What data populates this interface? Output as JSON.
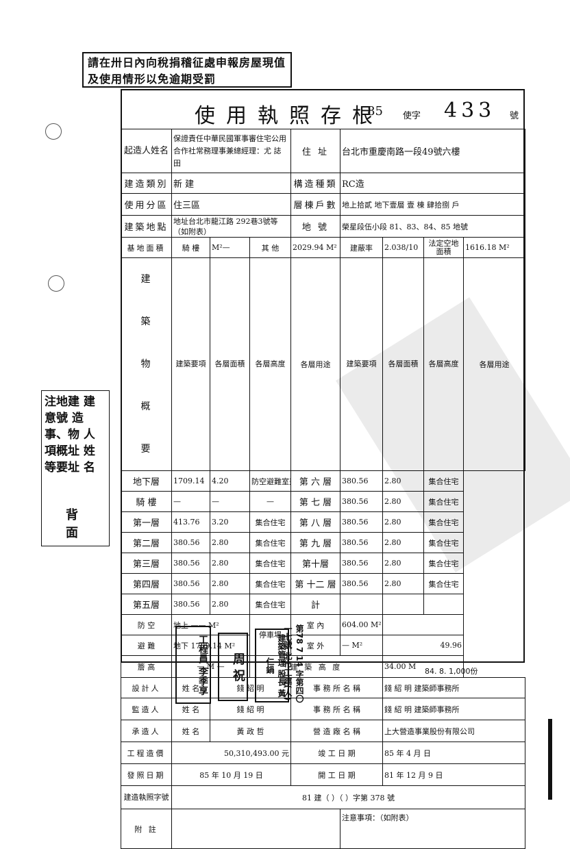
{
  "notice": "請在卅日內向稅捐稽征處申報房屋現值及使用情形以免逾期受罰",
  "title": {
    "main": "使用執照存根",
    "year": "85",
    "zi": "使字",
    "number": "433",
    "hao": "號"
  },
  "builder": {
    "label": "起造人姓名",
    "name": "保證責任中華民國軍事審住宅公用合作社常務理事兼總經理：尤 誌 田",
    "addr_label": "住 址",
    "addr": "台北市重慶南路一段49號六樓"
  },
  "category": {
    "label": "建造類別",
    "value": "新 建",
    "struct_label": "構造種類",
    "struct_value": "RC造"
  },
  "zone": {
    "label": "使用分區",
    "value": "住三區",
    "floors_label": "層棟戶數",
    "floors_value": "地上拾貳 地下壹層 壹 棟 肆拾捌 戶"
  },
  "site": {
    "label": "建築地點",
    "addr": "地址台北市龍江路 292巷3號等（如附表）",
    "lot_label": "地 號",
    "lot": "榮星段伍小段 81、83、84、85 地號"
  },
  "base": {
    "label": "基地面積",
    "qilou": "騎 樓",
    "qilou_val": "M²—",
    "other": "其 他",
    "other_val": "2029.94 M²",
    "coverage_label": "建蔽率",
    "coverage_val": "2.038/10",
    "open_label": "法定空地面積",
    "open_val": "1616.18 M²"
  },
  "headers": {
    "item": "建築要項",
    "area": "各層面積",
    "height": "各層高度",
    "use": "各層用途"
  },
  "rows_left": [
    {
      "item": "地下層",
      "area": "1709.14",
      "height": "4.20",
      "use": "防空避難室兼停車場"
    },
    {
      "item": "騎 樓",
      "area": "—",
      "height": "—",
      "use": "—"
    },
    {
      "item": "第一層",
      "area": "413.76",
      "height": "3.20",
      "use": "集合住宅"
    },
    {
      "item": "第二層",
      "area": "380.56",
      "height": "2.80",
      "use": "集合住宅"
    },
    {
      "item": "第三層",
      "area": "380.56",
      "height": "2.80",
      "use": "集合住宅"
    },
    {
      "item": "第四層",
      "area": "380.56",
      "height": "2.80",
      "use": "集合住宅"
    },
    {
      "item": "第五層",
      "area": "380.56",
      "height": "2.80",
      "use": "集合住宅"
    }
  ],
  "rows_right": [
    {
      "item": "第 六 層",
      "area": "380.56",
      "height": "2.80",
      "use": "集合住宅"
    },
    {
      "item": "第 七 層",
      "area": "380.56",
      "height": "2.80",
      "use": "集合住宅"
    },
    {
      "item": "第 八 層",
      "area": "380.56",
      "height": "2.80",
      "use": "集合住宅"
    },
    {
      "item": "第 九 層",
      "area": "380.56",
      "height": "2.80",
      "use": "集合住宅"
    },
    {
      "item": "第十層",
      "area": "380.56",
      "height": "2.80",
      "use": "集合住宅"
    },
    {
      "item": "第 十二 層",
      "area": "380.56",
      "height": "2.80",
      "use": "集合住宅"
    },
    {
      "item": "計",
      "area": "",
      "height": "",
      "use": ""
    }
  ],
  "shelter": {
    "label1": "防 空",
    "label2": "避 難",
    "above_lbl": "地上",
    "above_val": "—— M²",
    "below_lbl": "地下",
    "below_val": "1709.14 M²",
    "park_label": "停車場",
    "indoor": "室 內",
    "indoor_val": "604.00 M²",
    "outdoor": "室 外",
    "outdoor_val": "— M²",
    "extra": "49.96"
  },
  "eaves": {
    "label": "簷 高",
    "value": "— M —",
    "height_label": "建 築 高 度",
    "height_val": "34.00 M"
  },
  "designer": {
    "label": "設計人",
    "name_label": "姓 名",
    "name": "錢 紹 明",
    "office_label": "事 務 所 名 稱",
    "office": "錢 紹 明 建築師事務所"
  },
  "supervisor": {
    "label": "監造人",
    "name_label": "姓 名",
    "name": "錢 紹 明",
    "office_label": "事 務 所 名 稱",
    "office": "錢 紹 明 建築師事務所"
  },
  "contractor": {
    "label": "承造人",
    "name_label": "姓 名",
    "name": "黃 政 哲",
    "office_label": "營 造 廠 名 稱",
    "office": "上大營造事業股份有限公司"
  },
  "cost": {
    "label": "工程造價",
    "value": "50,310,493.00 元",
    "done_label": "竣 工 日 期",
    "done": "85 年 4 月 日"
  },
  "issue": {
    "label": "發照日期",
    "value": "85 年 10 月 19 日",
    "start_label": "開 工 日 期",
    "start": "81 年 12 月 9 日"
  },
  "permit": {
    "label": "建造執照字號",
    "value": "81 建（  ）（  ）字第 378 號"
  },
  "attach": {
    "label": "附 註",
    "note": "注意事項：（如附表）"
  },
  "left_notes": "注地建 建\n意號 造\n事、物 人\n項概址 姓\n等要址 名",
  "back": "背\n面",
  "stamps": {
    "a": "工程員 李季享",
    "b": "周 祝",
    "c": "建築管理 股長 黃仁鍋",
    "d": "第78 7 14 字第四〇一七號 北市工建(人)"
  },
  "printinfo": "84. 8. 1,000份"
}
